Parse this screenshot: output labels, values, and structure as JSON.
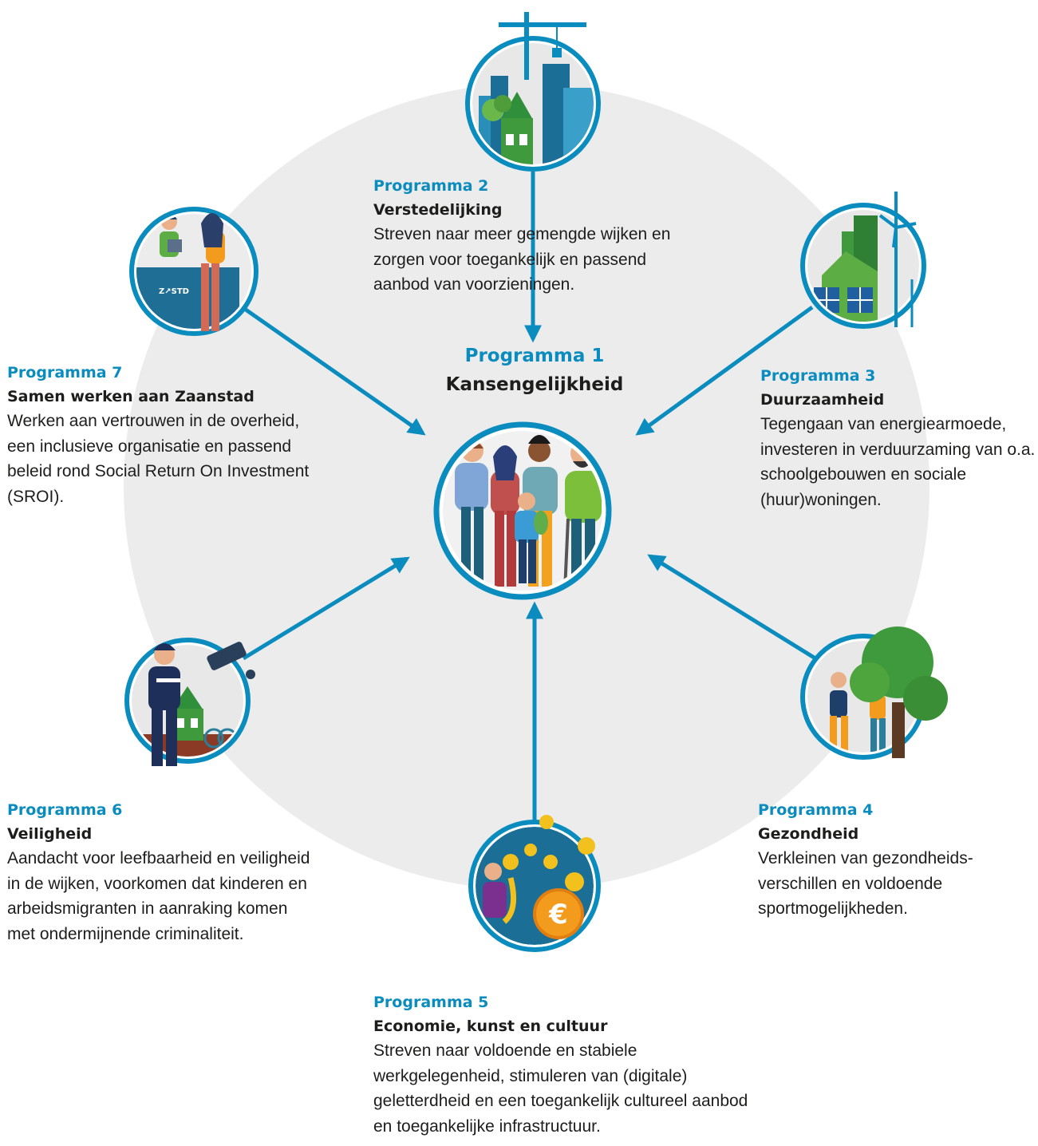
{
  "colors": {
    "accent": "#0b8cbf",
    "background_circle": "#ececec",
    "text": "#1d1d1b",
    "green": "#3f9a3d",
    "orange": "#f39b1d"
  },
  "center": {
    "program": "Programma 1",
    "title": "Kansengelijkheid",
    "icon": "family-group-icon"
  },
  "programs": [
    {
      "program": "Programma 2",
      "title": "Verstedelijking",
      "description": "Streven naar meer gemengde wijken en zorgen voor toegankelijk en passend aanbod van voorzieningen.",
      "icon": "city-construction-icon"
    },
    {
      "program": "Programma 3",
      "title": "Duurzaamheid",
      "description": "Tegengaan van energiearmoede, investeren in verduurzaming van o.a. schoolgebouwen en sociale (huur)woningen.",
      "icon": "solar-wind-energy-icon"
    },
    {
      "program": "Programma 4",
      "title": "Gezondheid",
      "description": "Verkleinen van gezondheids-verschillen en voldoende sportmogelijkheden.",
      "icon": "running-people-tree-icon"
    },
    {
      "program": "Programma 5",
      "title": "Economie, kunst en cultuur",
      "description": "Streven naar voldoende en stabiele werkgelegenheid, stimuleren van (digitale) geletterdheid en een toegankelijk cultureel aanbod en toegankelijke infrastructuur.",
      "icon": "saxophone-euro-coins-icon"
    },
    {
      "program": "Programma 6",
      "title": "Veiligheid",
      "description": "Aandacht voor leefbaarheid en veiligheid in de wijken, voorkomen dat kinderen en arbeidsmigranten in aanraking komen met ondermijnende criminaliteit.",
      "icon": "police-camera-icon"
    },
    {
      "program": "Programma 7",
      "title": "Samen werken aan Zaanstad",
      "description": "Werken aan vertrouwen in de overheid, een inclusieve organisatie en passend beleid rond Social Return On Investment (SROI).",
      "icon": "municipal-desk-icon"
    }
  ],
  "desk_sign": "Z↗STD"
}
